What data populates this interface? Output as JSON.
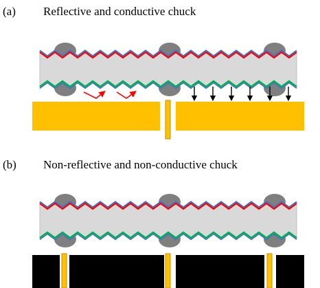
{
  "panels": [
    {
      "letter": "(a)",
      "title": "Reflective and conductive chuck",
      "chuck_type": "reflective-conductive",
      "chuck_color": "#FFC000",
      "pin_color": "#FFC000"
    },
    {
      "letter": "(b)",
      "title": "Non-reflective and non-conductive chuck",
      "chuck_type": "non-reflective-non-conductive",
      "chuck_color": "#000000",
      "pin_color": "#FFC000"
    }
  ],
  "colors": {
    "substrate": "#D9D9D9",
    "substrate_edge": "#BFBFBF",
    "top_layer_blue": "#4472C4",
    "top_layer_red": "#FF0000",
    "bottom_layer_green": "#00B050",
    "bottom_layer_blue": "#4472C4",
    "bump": "#7F7F7F",
    "reflection_arrow": "#FF0000",
    "field_arrow": "#000000"
  }
}
